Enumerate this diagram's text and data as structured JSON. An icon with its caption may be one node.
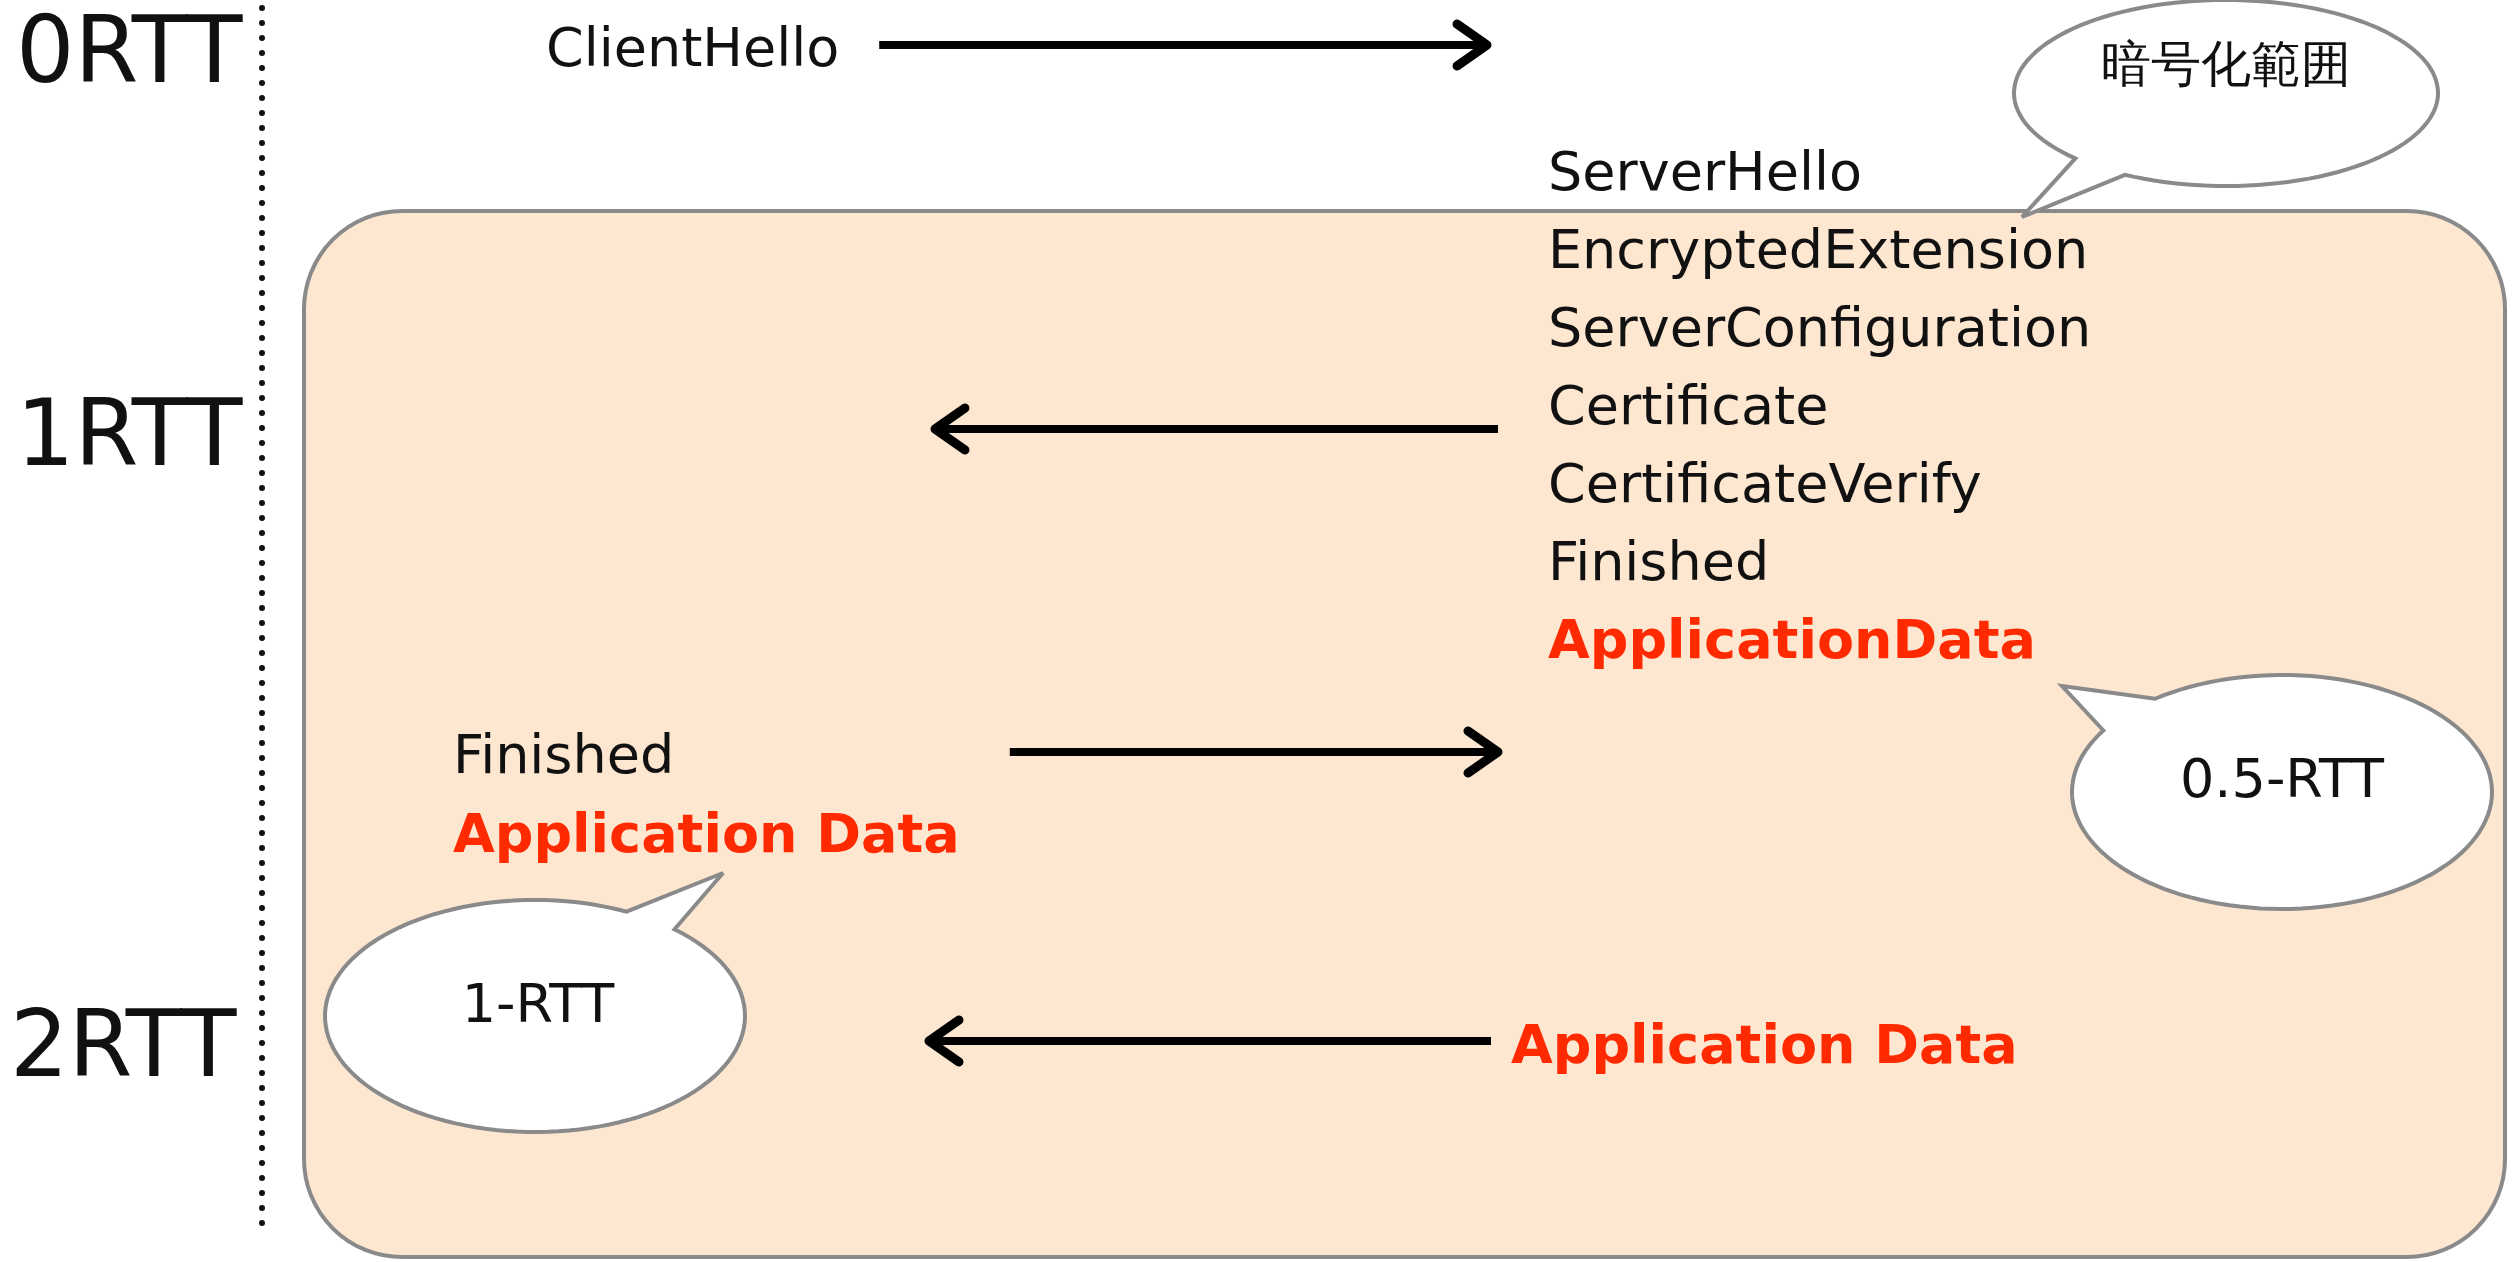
{
  "diagram": {
    "nodes": [
      {
        "text": [
          "ClientHello"
        ]
      },
      {
        "text": [],
        "shape": "box"
      },
      {
        "text": [
          "暗号化範囲"
        ]
      },
      {
        "text": [
          "ServerHello",
          "EncryptedExtension",
          "ServerConfiguration",
          "Certificate",
          "CertificateVerify",
          "Finished",
          "ApplicationData"
        ],
        "in": 1
      },
      {
        "text": [
          "Finished",
          "Application Data"
        ],
        "in": 1
      },
      {
        "text": [
          "0.5-RTT"
        ],
        "in": 1
      },
      {
        "text": [
          "1-RTT"
        ],
        "in": 1
      },
      {
        "text": [
          "Application Data"
        ],
        "in": 1
      }
    ],
    "edges": [
      {
        "from": 0,
        "to": null,
        "arrow": "to"
      },
      {
        "from": 3,
        "to": null,
        "arrow": "to"
      },
      {
        "from": 4,
        "to": 3,
        "arrow": "to"
      },
      {
        "from": 7,
        "to": null,
        "arrow": "to"
      }
    ],
    "labels": [
      "0RTT",
      "1RTT",
      "2RTT"
    ]
  }
}
